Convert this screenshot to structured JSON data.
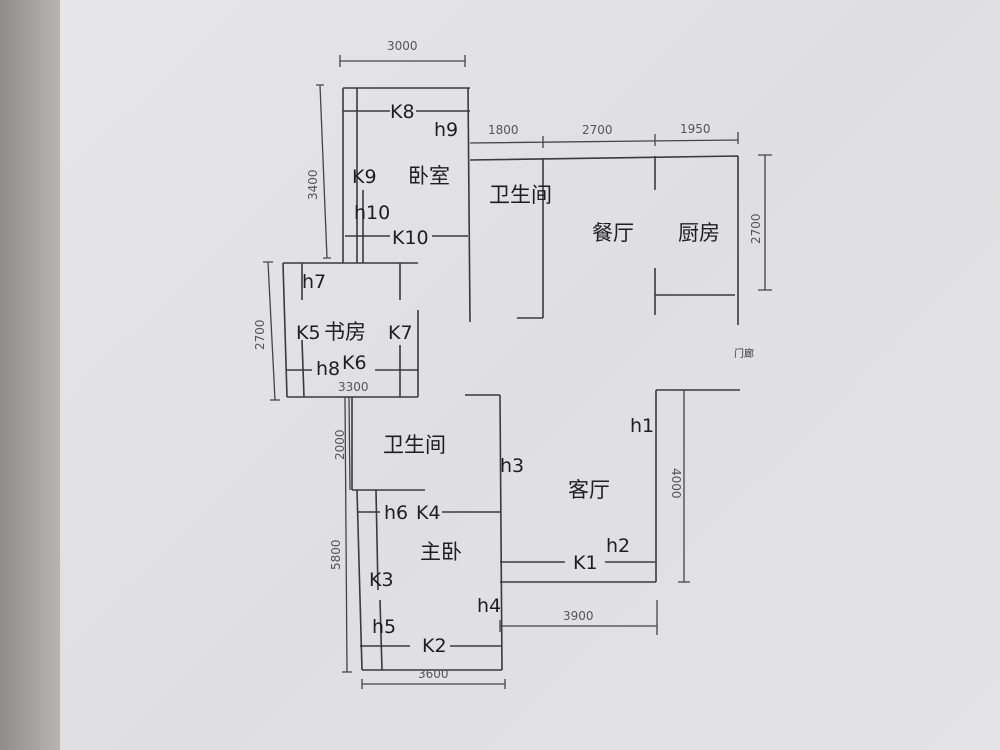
{
  "rooms": {
    "bedroom": "卧室",
    "bathroom_top": "卫生间",
    "dining": "餐厅",
    "kitchen": "厨房",
    "study": "书房",
    "bathroom_bottom": "卫生间",
    "living": "客厅",
    "master_bedroom": "主卧",
    "porch": "门廊"
  },
  "marks": {
    "K1": "K1",
    "K2": "K2",
    "K3": "K3",
    "K4": "K4",
    "K5": "K5",
    "K6": "K6",
    "K7": "K7",
    "K8": "K8",
    "K9": "K9",
    "K10": "K10",
    "h1": "h1",
    "h2": "h2",
    "h3": "h3",
    "h4": "h4",
    "h5": "h5",
    "h6": "h6",
    "h7": "h7",
    "h8": "h8",
    "h9": "h9",
    "h10": "h10"
  },
  "dimensions": {
    "bedroom_width": "3000",
    "bedroom_depth": "3400",
    "bath_width": "1800",
    "dining_width": "2700",
    "kitchen_width": "1950",
    "kitchen_depth": "2700",
    "study_depth": "2700",
    "study_width": "3300",
    "bath2_depth": "2000",
    "master_depth": "5800",
    "master_width": "3600",
    "living_depth": "4000",
    "living_width": "3900"
  }
}
